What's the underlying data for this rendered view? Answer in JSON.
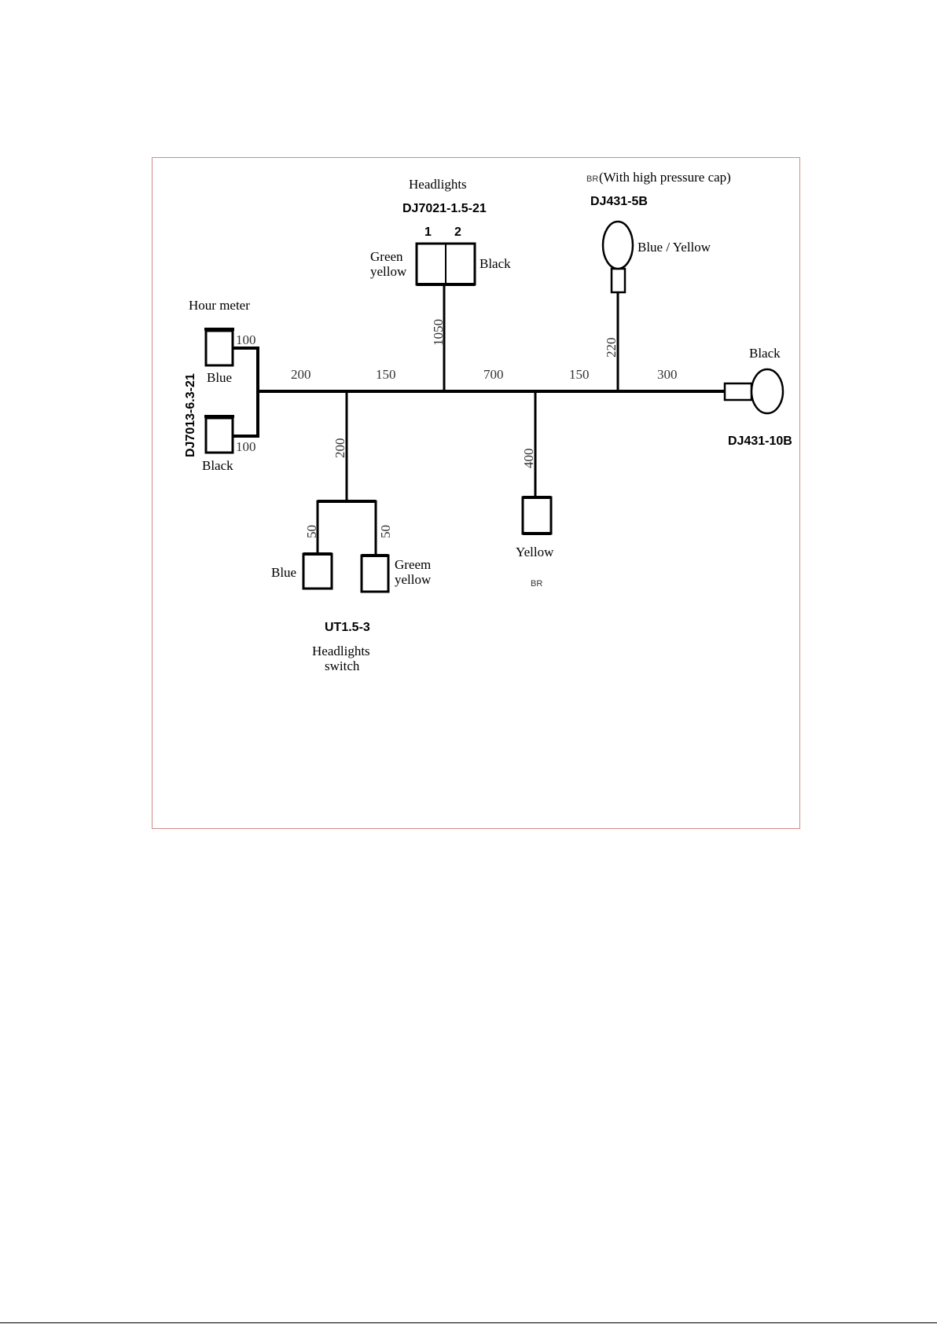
{
  "headlights": {
    "title": "Headlights",
    "part": "DJ7021-1.5-21",
    "pin1": "1",
    "pin2": "2",
    "wire_left_line1": "Green",
    "wire_left_line2": "yellow",
    "wire_right": "Black",
    "length": "1050"
  },
  "pressure_sensor": {
    "prefix": "BR",
    "title": "(With high pressure cap)",
    "part": "DJ431-5B",
    "wire": "Blue / Yellow",
    "length": "220"
  },
  "hour_meter": {
    "title": "Hour meter",
    "part": "DJ7013-6.3-21",
    "wire_top": "Blue",
    "wire_bottom": "Black",
    "len_top": "100",
    "len_bottom": "100"
  },
  "main_line": {
    "seg1": "200",
    "seg2": "150",
    "seg3": "700",
    "seg4": "150",
    "seg5": "300"
  },
  "right_connector": {
    "wire": "Black",
    "part": "DJ431-10B"
  },
  "switch": {
    "length": "200",
    "branch_left": "50",
    "branch_right": "50",
    "wire_left": "Blue",
    "wire_right_line1": "Greem",
    "wire_right_line2": "yellow",
    "part": "UT1.5-3",
    "title_line1": "Headlights",
    "title_line2": "switch"
  },
  "yellow_drop": {
    "length": "400",
    "wire": "Yellow",
    "tag": "BR"
  }
}
